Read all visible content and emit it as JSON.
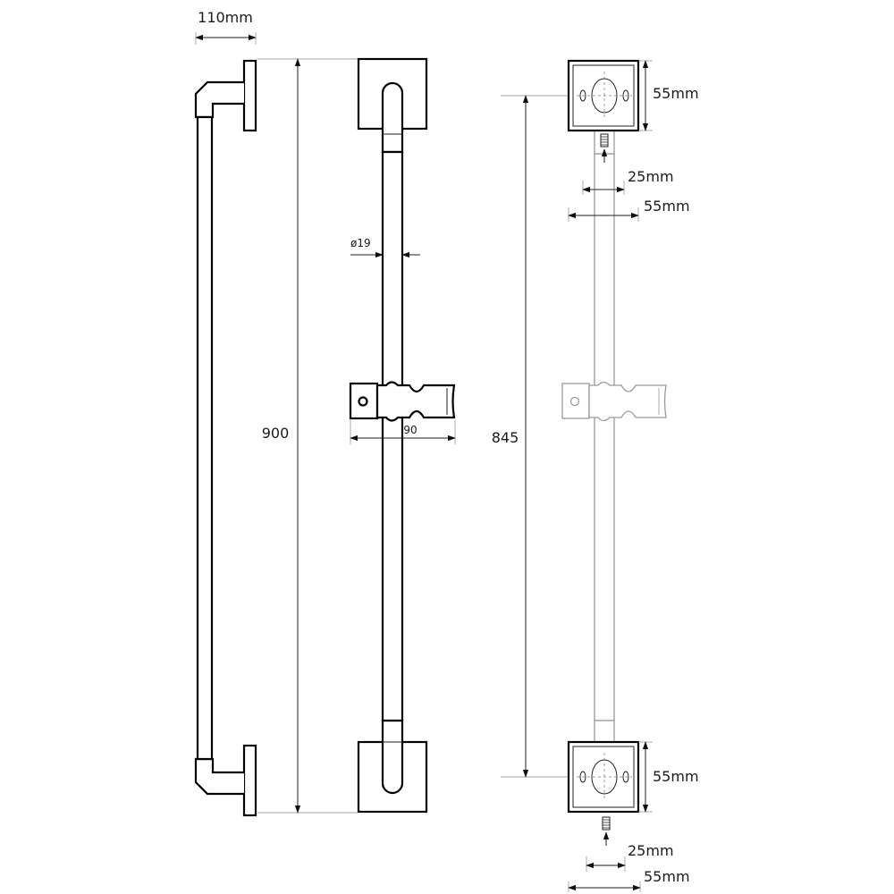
{
  "dimensions": {
    "side_depth": "110mm",
    "total_height": "900",
    "tube_diameter": "ø19",
    "slider_width": "90",
    "fixing_centres": "845",
    "bracket_top_height": "55mm",
    "bracket_top_pin_offset": "25mm",
    "bracket_top_width": "55mm",
    "bracket_bottom_height": "55mm",
    "bracket_bottom_pin_offset": "25mm",
    "bracket_bottom_width": "55mm"
  }
}
